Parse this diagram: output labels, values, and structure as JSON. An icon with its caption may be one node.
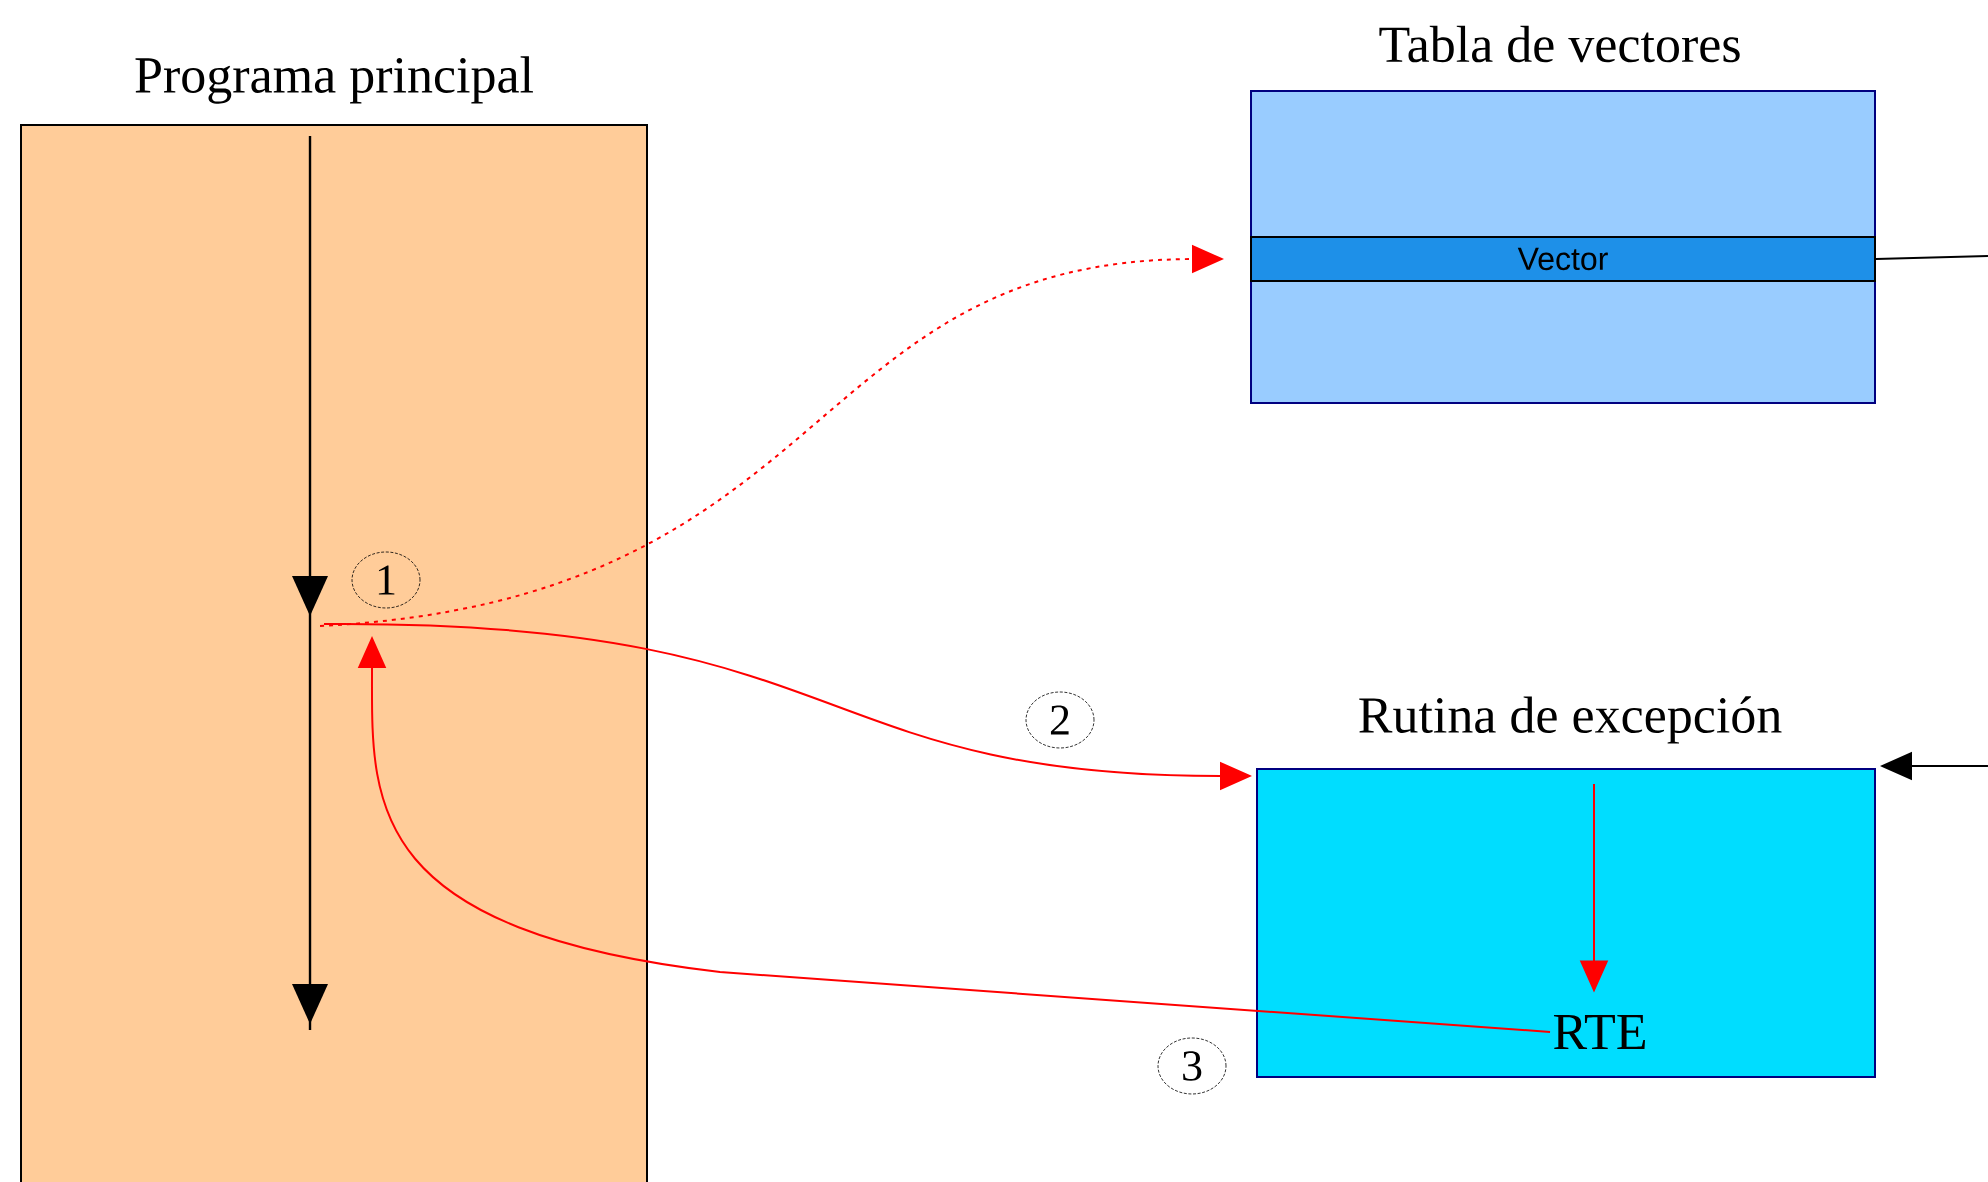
{
  "diagram": {
    "nodes": [
      {
        "text": [
          "Programa principal"
        ]
      },
      {
        "text": [
          "Tabla de vectores"
        ]
      },
      {
        "text": [
          "Vector"
        ],
        "in": 1
      },
      {
        "text": [
          "Rutina de excepción"
        ]
      },
      {
        "text": [
          "RTE"
        ],
        "in": 3
      }
    ],
    "edges": [
      {
        "from": 0,
        "to": 2,
        "arrow": "to",
        "style": "dashed"
      },
      {
        "from": 0,
        "to": 3,
        "arrow": "to",
        "label": "2"
      },
      {
        "from": 4,
        "to": 0,
        "arrow": "to",
        "label": "3"
      },
      {
        "from": null,
        "to": 4,
        "arrow": "to"
      },
      {
        "from": 2,
        "to": null,
        "arrow": "none",
        "color": "#000000"
      },
      {
        "from": null,
        "to": 3,
        "arrow": "to",
        "color": "#000000"
      }
    ],
    "labels": [
      "1"
    ]
  }
}
